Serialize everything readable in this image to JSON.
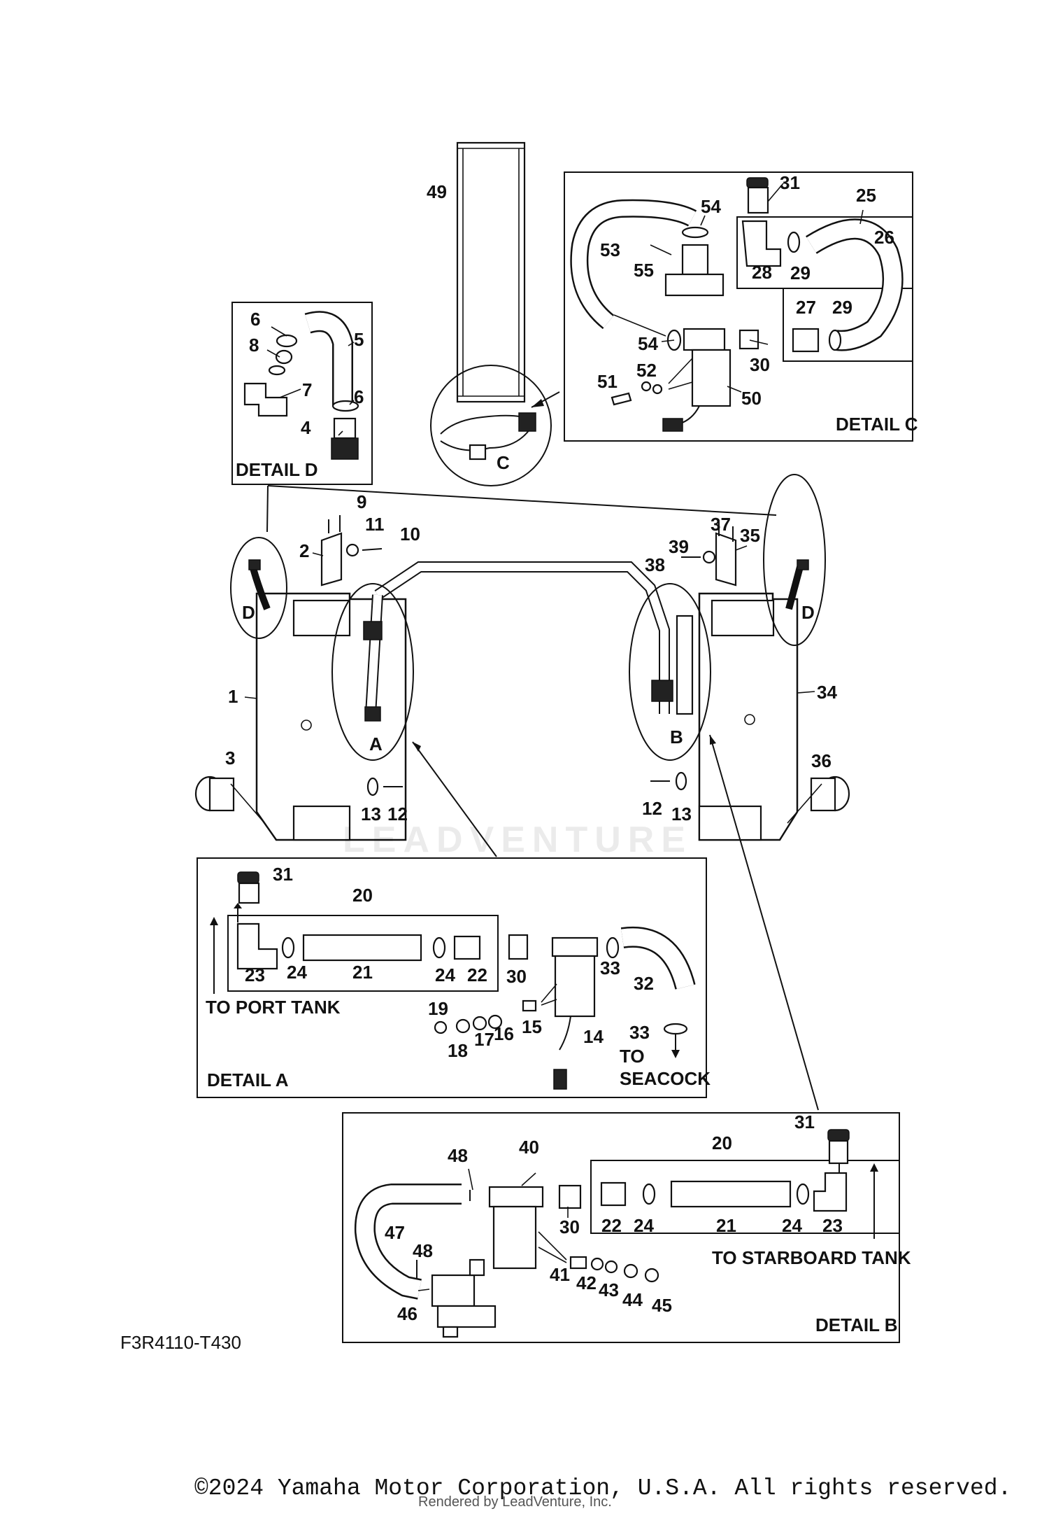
{
  "figure_code": "F3R4110-T430",
  "copyright": "©2024 Yamaha Motor Corporation, U.S.A. All rights reserved.",
  "rendered_by": "Rendered by LeadVenture, Inc.",
  "watermark": "LEADVENTURE",
  "details": {
    "a": "DETAIL A",
    "b": "DETAIL B",
    "c": "DETAIL C",
    "d": "DETAIL D"
  },
  "callouts": {
    "a": "A",
    "b": "B",
    "c": "C",
    "d": "D"
  },
  "notes": {
    "to_port_tank": "TO PORT TANK",
    "to": "TO",
    "seacock": "SEACOCK",
    "to_starboard_tank": "TO STARBOARD TANK"
  },
  "parts": {
    "p1": "1",
    "p2": "2",
    "p3": "3",
    "p4": "4",
    "p5": "5",
    "p6": "6",
    "p7": "7",
    "p8": "8",
    "p9": "9",
    "p10": "10",
    "p11": "11",
    "p12": "12",
    "p13": "13",
    "p14": "14",
    "p15": "15",
    "p16": "16",
    "p17": "17",
    "p18": "18",
    "p19": "19",
    "p20": "20",
    "p21": "21",
    "p22": "22",
    "p23": "23",
    "p24": "24",
    "p25": "25",
    "p26": "26",
    "p27": "27",
    "p28": "28",
    "p29": "29",
    "p30": "30",
    "p31": "31",
    "p32": "32",
    "p33": "33",
    "p34": "34",
    "p35": "35",
    "p36": "36",
    "p37": "37",
    "p38": "38",
    "p39": "39",
    "p40": "40",
    "p41": "41",
    "p42": "42",
    "p43": "43",
    "p44": "44",
    "p45": "45",
    "p46": "46",
    "p47": "47",
    "p48": "48",
    "p49": "49",
    "p50": "50",
    "p51": "51",
    "p52": "52",
    "p53": "53",
    "p54": "54",
    "p55": "55"
  }
}
